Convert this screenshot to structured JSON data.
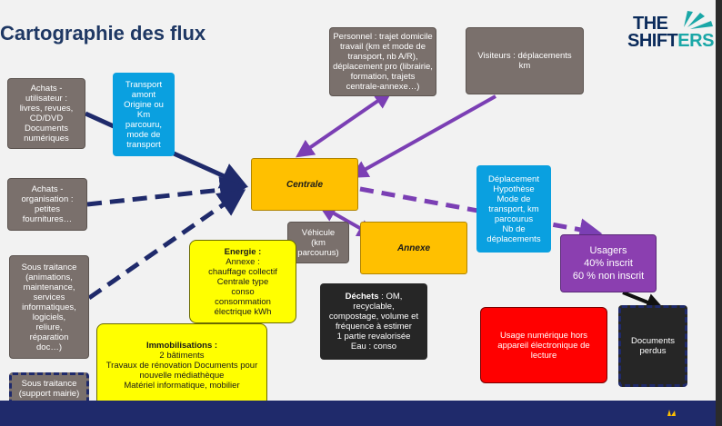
{
  "slide": {
    "title": "Cartographie des flux",
    "logo": {
      "line1": "THE",
      "line2_main": "SHIFT",
      "line2_accent": "ERS"
    }
  },
  "nodes": {
    "achats_utilisateur": "Achats -\nutilisateur :\nlivres, revues,\nCD/DVD\nDocuments\nnumériques",
    "transport_amont": "Transport\namont\nOrigine ou\nKm\nparcouru,\nmode de\ntransport",
    "achats_organisation": "Achats -\norganisation :\npetites\nfournitures…",
    "sous_traitance": "Sous traitance\n(animations,\nmaintenance,\nservices\ninformatiques,\nlogiciels,\nreliure,\nréparation\ndoc…)",
    "sous_traitance_mairie": "Sous traitance\n(support mairie)",
    "personnel": "Personnel : trajet domicile\ntravail (km et mode de\ntransport, nb A/R),\ndéplacement pro (librairie,\nformation, trajets\ncentrale-annexe…)",
    "visiteurs": "Visiteurs : déplacements\nkm",
    "centrale": "Centrale",
    "annexe": "Annexe",
    "vehicule": "Véhicule\n(km\nparcourus)",
    "energie": {
      "head": "Energie :",
      "body": "Annexe :\nchauffage collectif\nCentrale  type\nconso\nconsommation\nélectrique kWh"
    },
    "immobilisations": {
      "head": "Immobilisations :",
      "body": "2 bâtiments\nTravaux de rénovation Documents pour\nnouvelle médiathèque\nMatériel informatique, mobilier"
    },
    "dechets": {
      "head": "Déchets",
      "body_first": " : OM,",
      "body": "recyclable,\ncompostage, volume et\nfréquence à estimer\n1 partie revalorisée\nEau : conso"
    },
    "deplacement": "Déplacement\nHypothèse\nMode de\ntransport, km\nparcourus\nNb de\ndéplacements",
    "usagers": "Usagers\n40% inscrit\n60 % non inscrit",
    "usage_numerique": "Usage numérique hors\nappareil électronique de\nlecture",
    "documents_perdus": "Documents\nperdus"
  },
  "colors": {
    "navy": "#1f2a6b",
    "purple": "#7b3fb4",
    "grey_box": "#7a706c",
    "blue_box": "#0aa0e0",
    "orange_box": "#ffc000",
    "yellow_box": "#ffff00",
    "dark_box": "#262626",
    "purple_box": "#8b3fb0",
    "red_box": "#ff0000"
  }
}
